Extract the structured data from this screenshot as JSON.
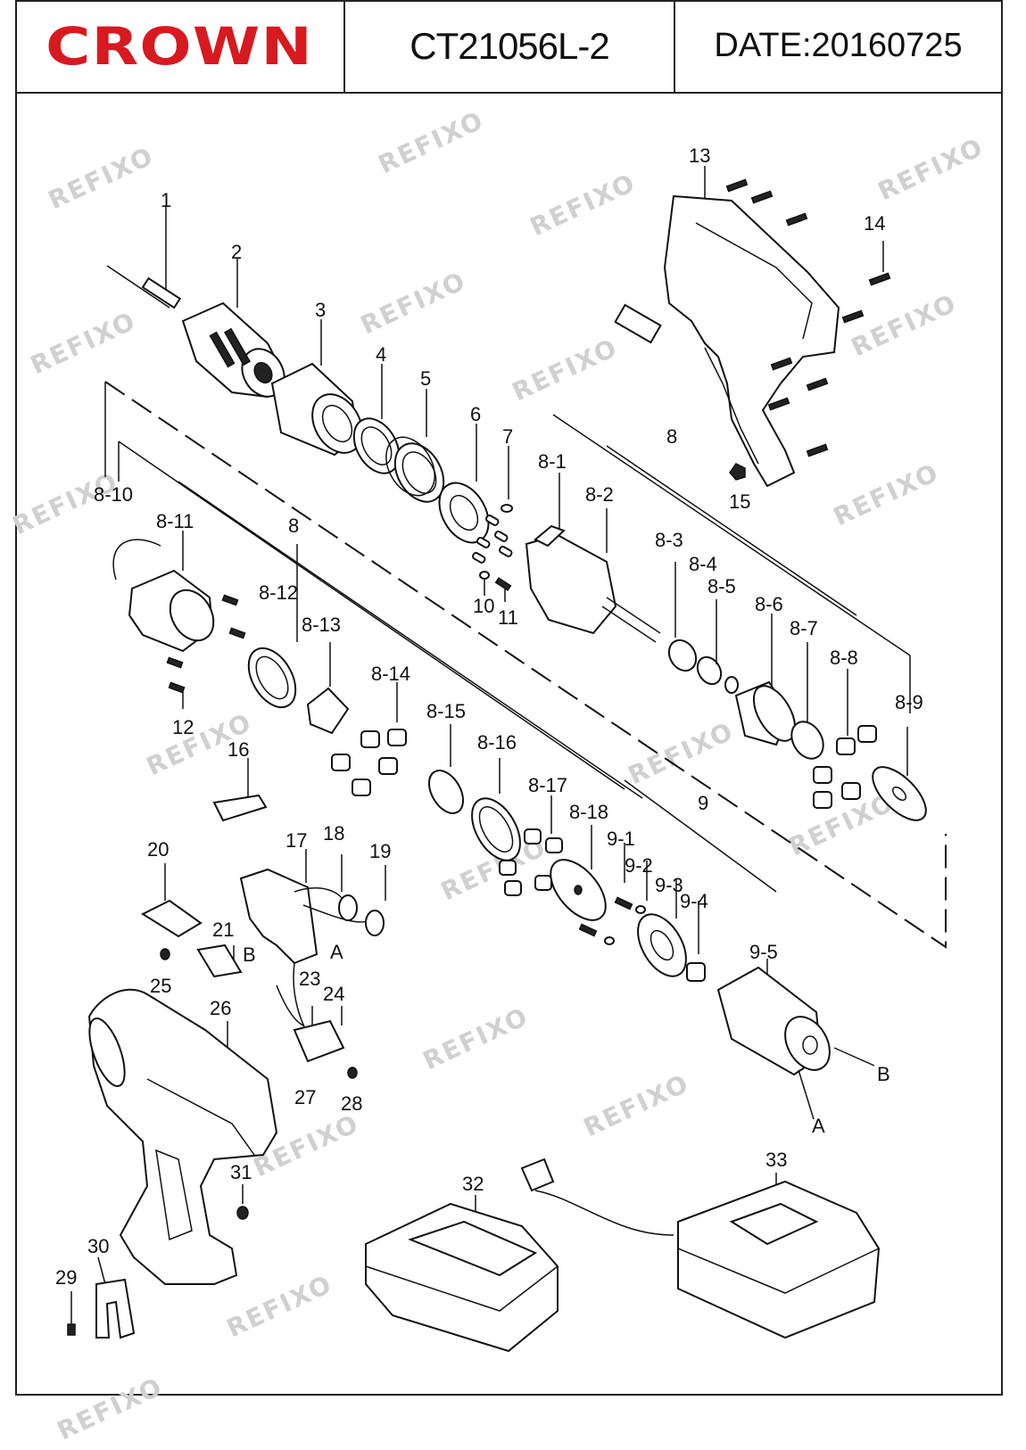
{
  "header": {
    "brand": "CROWN",
    "model": "CT21056L-2",
    "date": "DATE:20160725"
  },
  "watermark": "REFIXO",
  "colors": {
    "brand_red": "#d71920",
    "line": "#111111",
    "watermark": "#d0d0d0"
  },
  "labels": {
    "p1": "1",
    "p2": "2",
    "p3": "3",
    "p4": "4",
    "p5": "5",
    "p6": "6",
    "p7": "7",
    "p8a": "8",
    "p8b": "8",
    "p8_1": "8-1",
    "p8_2": "8-2",
    "p8_3": "8-3",
    "p8_4": "8-4",
    "p8_5": "8-5",
    "p8_6": "8-6",
    "p8_7": "8-7",
    "p8_8": "8-8",
    "p8_9": "8-9",
    "p8_10": "8-10",
    "p8_11": "8-11",
    "p8_12": "8-12",
    "p8_13": "8-13",
    "p8_14": "8-14",
    "p8_15": "8-15",
    "p8_16": "8-16",
    "p8_17": "8-17",
    "p8_18": "8-18",
    "p9": "9",
    "p9_1": "9-1",
    "p9_2": "9-2",
    "p9_3": "9-3",
    "p9_4": "9-4",
    "p9_5": "9-5",
    "p10": "10",
    "p11": "11",
    "p12": "12",
    "p13": "13",
    "p14": "14",
    "p15": "15",
    "p16": "16",
    "p17": "17",
    "p18": "18",
    "p19": "19",
    "p20": "20",
    "p21": "21",
    "p23": "23",
    "p24": "24",
    "p25": "25",
    "p26": "26",
    "p27": "27",
    "p28": "28",
    "p29": "29",
    "p30": "30",
    "p31": "31",
    "p32": "32",
    "p33": "33",
    "a1": "A",
    "a2": "A",
    "b1": "B",
    "b2": "B"
  }
}
